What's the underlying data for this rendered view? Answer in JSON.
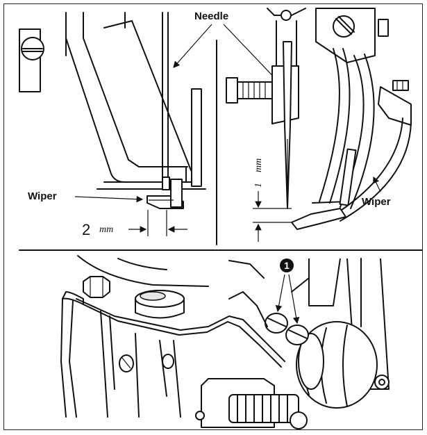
{
  "labels": {
    "needle": "Needle",
    "wiper_left": "Wiper",
    "wiper_right": "Wiper",
    "dimension_value": "2",
    "dimension_unit_left": "mm",
    "dimension_unit_vertical": "mm",
    "dimension_vertical_value": "1",
    "callout_number": "1"
  }
}
